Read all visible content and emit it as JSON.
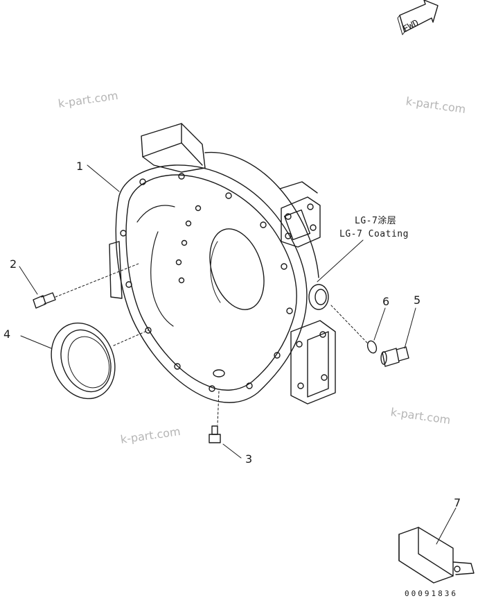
{
  "diagram": {
    "fwd_label": "FWD",
    "coating_jp": "LG-7涂层",
    "coating_en": "LG-7 Coating",
    "callouts": [
      "1",
      "2",
      "3",
      "4",
      "5",
      "6",
      "7"
    ],
    "watermarks": [
      "k-part.com",
      "k-part.com",
      "k-part.com",
      "k-part.com"
    ],
    "drawing_code": "00091836"
  }
}
